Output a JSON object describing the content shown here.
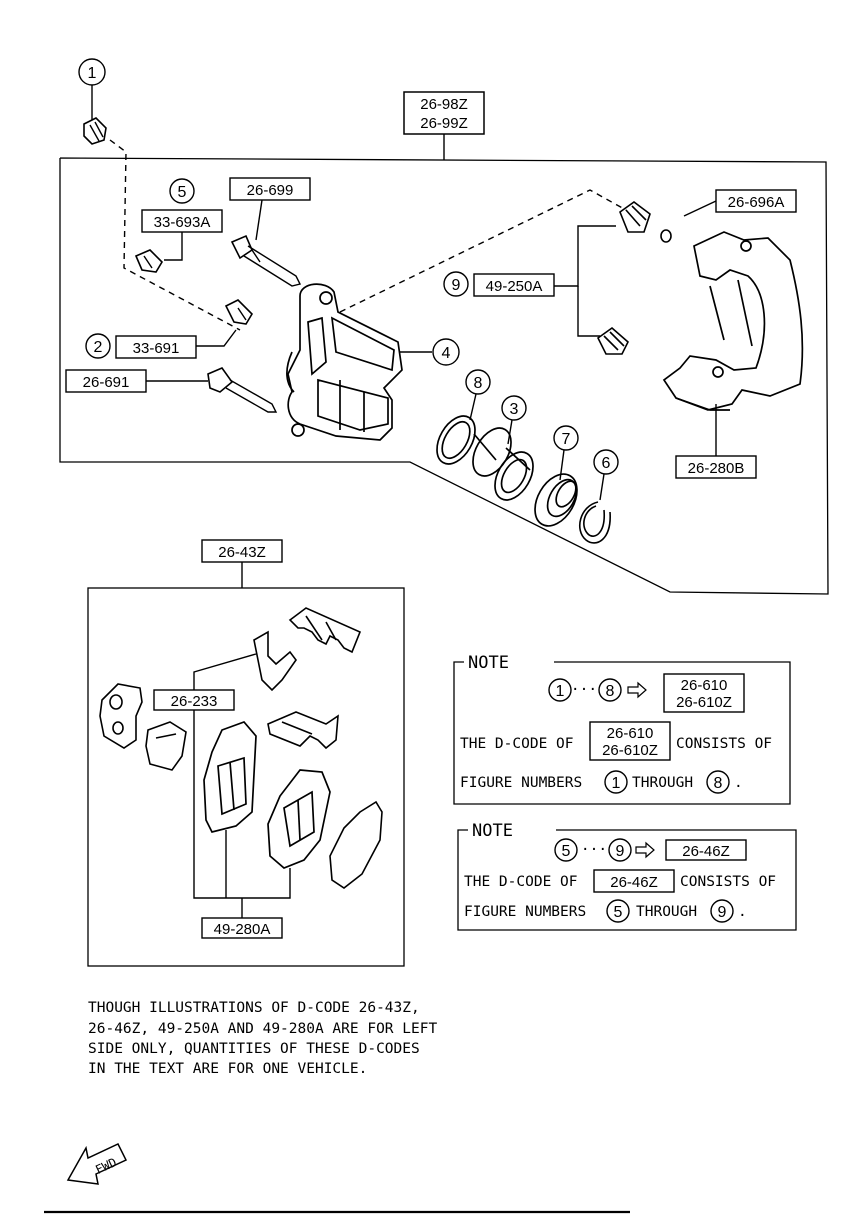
{
  "upper_group": [
    "26-98Z",
    "26-99Z"
  ],
  "parts": {
    "p26_699": "26-699",
    "p33_693A": "33-693A",
    "p33_691": "33-691",
    "p26_691": "26-691",
    "p26_696A": "26-696A",
    "p49_250A": "49-250A",
    "p26_280B": "26-280B",
    "p26_43Z": "26-43Z",
    "p26_233": "26-233",
    "p49_280A": "49-280A"
  },
  "callouts": [
    "1",
    "2",
    "3",
    "4",
    "5",
    "6",
    "7",
    "8",
    "9"
  ],
  "note1": {
    "title": "NOTE",
    "range_start": "1",
    "range_sep": "···",
    "range_end": "8",
    "codes": [
      "26-610",
      "26-610Z"
    ],
    "line1_pre": "THE D-CODE OF",
    "line1_post": "CONSISTS OF",
    "line2_pre": "FIGURE NUMBERS",
    "line2_mid": "THROUGH",
    "line2_end": "."
  },
  "note2": {
    "title": "NOTE",
    "range_start": "5",
    "range_sep": "···",
    "range_end": "9",
    "code": "26-46Z",
    "line1_pre": "THE D-CODE OF",
    "line1_post": "CONSISTS OF",
    "line2_pre": "FIGURE NUMBERS",
    "line2_mid": "THROUGH",
    "line2_end": "."
  },
  "footnote": [
    "THOUGH ILLUSTRATIONS OF D-CODE 26-43Z,",
    "26-46Z, 49-250A AND 49-280A ARE FOR LEFT",
    "SIDE ONLY, QUANTITIES OF THESE D-CODES",
    "IN THE TEXT ARE FOR ONE VEHICLE."
  ],
  "fwd": "FWD",
  "icons": [
    "arrow-right-icon",
    "fwd-arrow-icon"
  ]
}
